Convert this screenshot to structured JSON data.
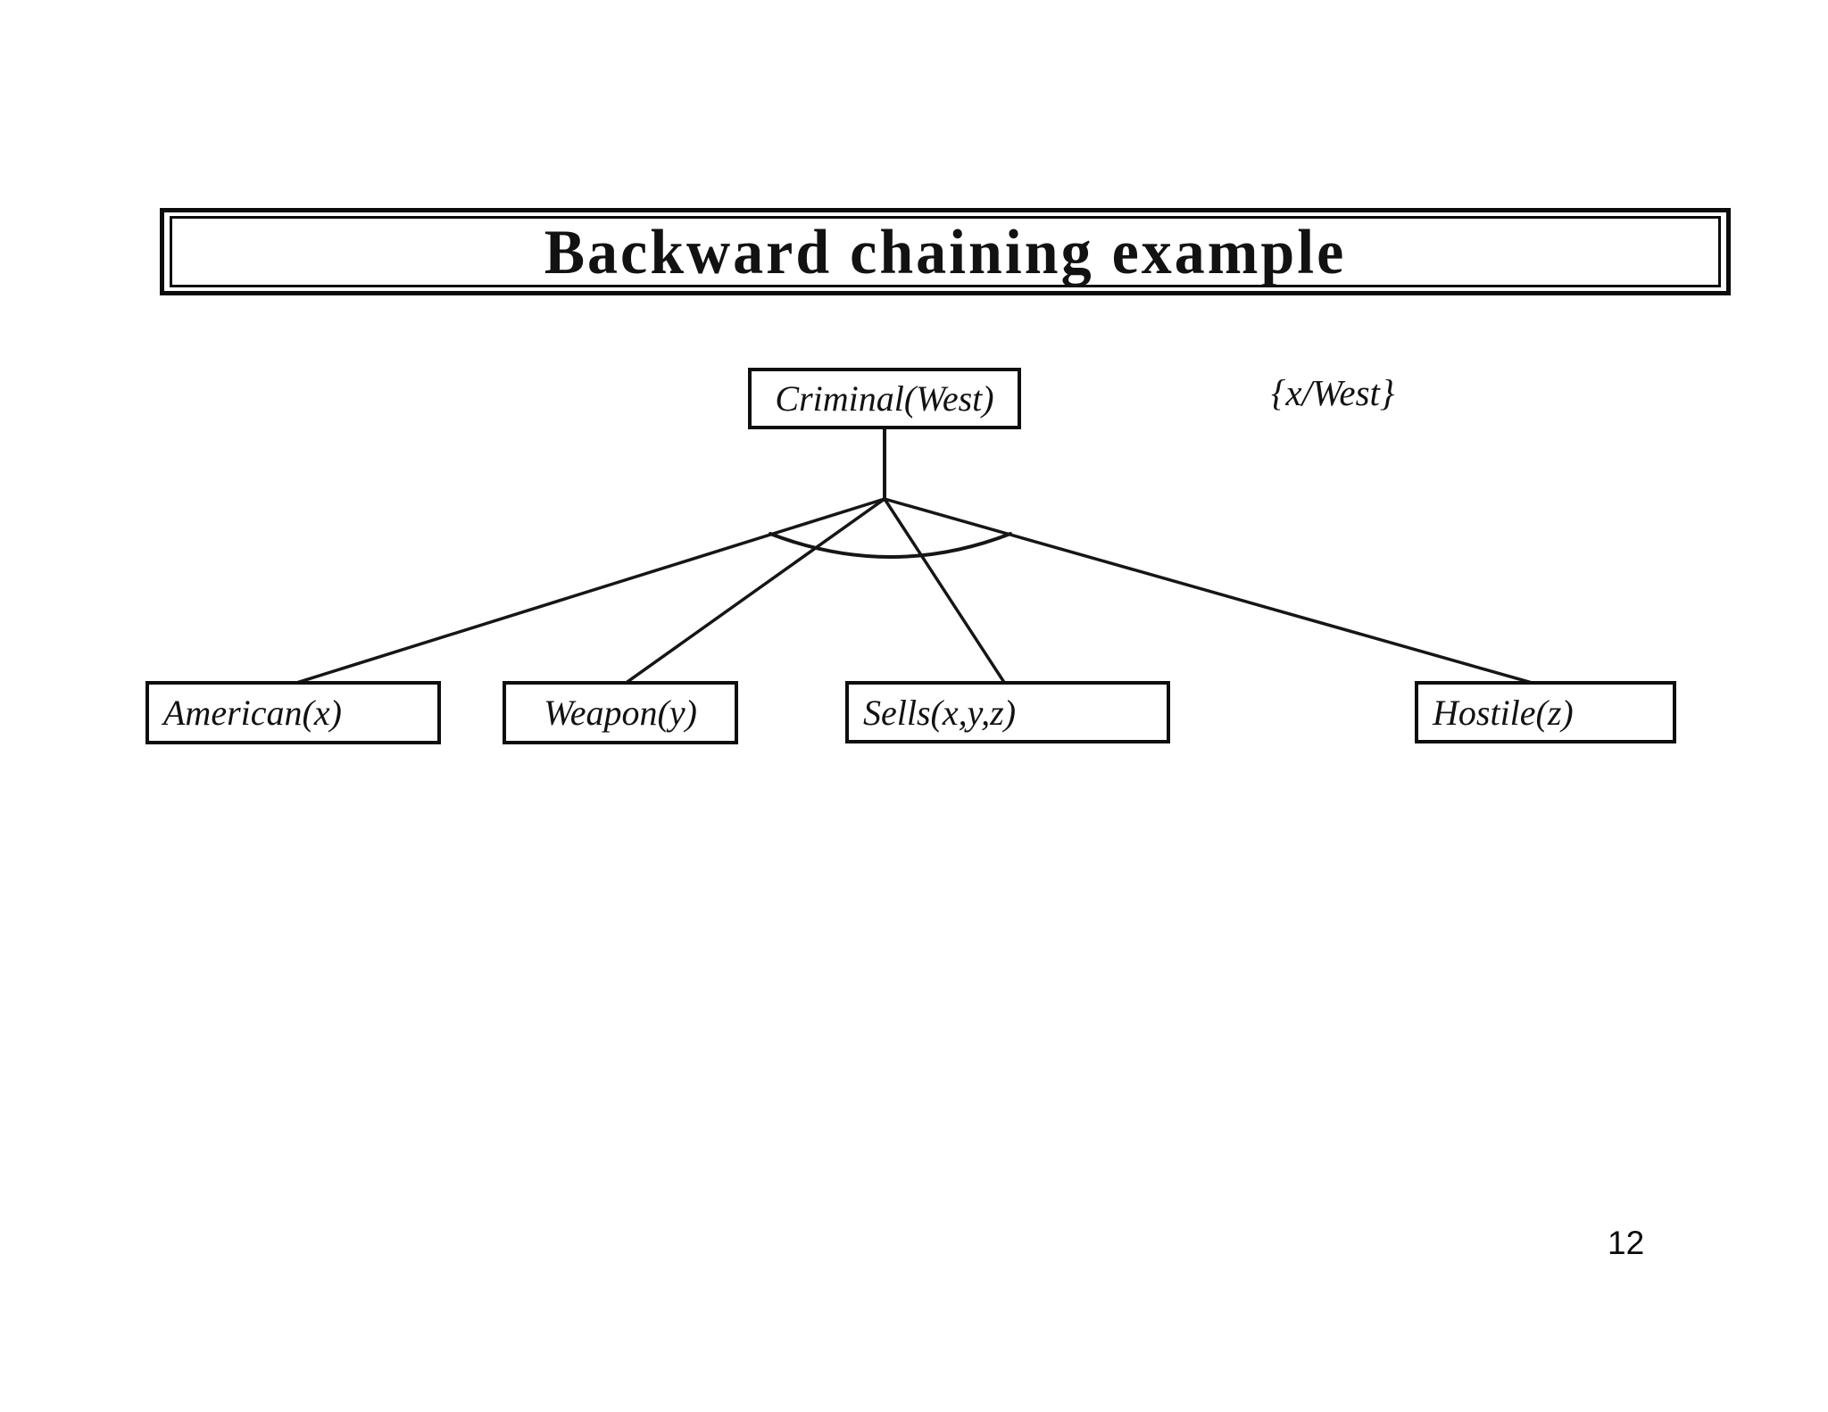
{
  "slide": {
    "title": "Backward chaining example",
    "substitution": "{x/West}",
    "page_number": "12"
  },
  "tree": {
    "root": {
      "label": "Criminal(West)"
    },
    "children": [
      {
        "label": "American(x)"
      },
      {
        "label": "Weapon(y)"
      },
      {
        "label": "Sells(x,y,z)"
      },
      {
        "label": "Hostile(z)"
      }
    ],
    "connector": "and-arc"
  },
  "colors": {
    "ink": "#161616",
    "background": "#ffffff"
  }
}
